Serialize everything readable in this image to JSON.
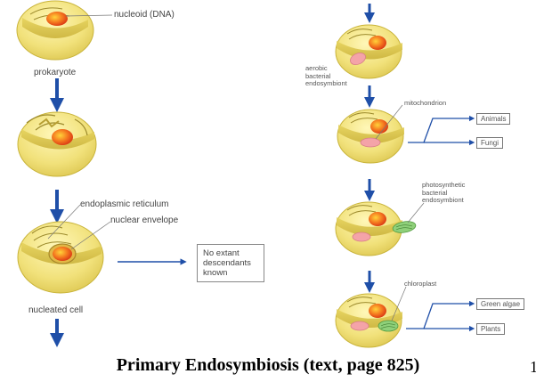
{
  "labels": {
    "nucleoid": "nucleoid (DNA)",
    "prokaryote": "prokaryote",
    "er": "endoplasmic reticulum",
    "nuclear_envelope": "nuclear envelope",
    "nucleated_cell": "nucleated cell",
    "aerobic": [
      "aerobic",
      "bacterial",
      "endosymbiont"
    ],
    "mitochondrion": "mitochondrion",
    "photosynthetic": [
      "photosynthetic",
      "bacterial",
      "endosymbiont"
    ],
    "chloroplast": "chloroplast"
  },
  "outcomes": {
    "no_descendants": [
      "No extant",
      "descendants",
      "known"
    ],
    "animals": "Animals",
    "fungi": "Fungi",
    "green_algae": "Green algae",
    "plants": "Plants"
  },
  "title": "Primary Endosymbiosis  (text, page 825)",
  "page_number": "1",
  "colors": {
    "arrow": "#1f4fa8",
    "cell_fill": "#e8d768",
    "cell_edge": "#c9b43a",
    "nucleus": "#e84a1a",
    "mito": "#f4a3a8",
    "chloro": "#8fd07a"
  }
}
